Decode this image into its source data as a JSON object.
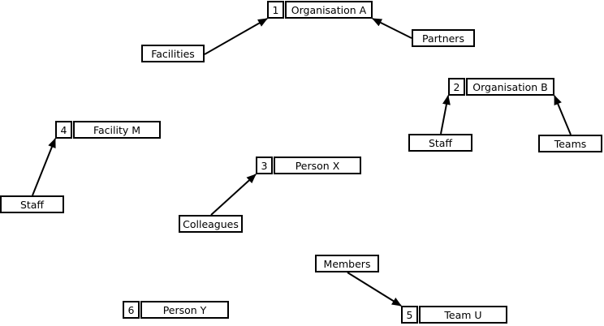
{
  "nodes": [
    {
      "id": "1",
      "label": "Organisation A"
    },
    {
      "id": "2",
      "label": "Organisation B"
    },
    {
      "id": "3",
      "label": "Person X"
    },
    {
      "id": "4",
      "label": "Facility M"
    },
    {
      "id": "5",
      "label": "Team U"
    },
    {
      "id": "6",
      "label": "Person Y"
    }
  ],
  "relations": {
    "facilities": "Facilities",
    "partners": "Partners",
    "staff_b": "Staff",
    "teams": "Teams",
    "staff_m": "Staff",
    "colleagues": "Colleagues",
    "members": "Members"
  },
  "edges": [
    {
      "from": "Facilities",
      "to": "Organisation A"
    },
    {
      "from": "Partners",
      "to": "Organisation A"
    },
    {
      "from": "Staff",
      "to": "Organisation B"
    },
    {
      "from": "Teams",
      "to": "Organisation B"
    },
    {
      "from": "Staff",
      "to": "Facility M"
    },
    {
      "from": "Colleagues",
      "to": "Person X"
    },
    {
      "from": "Members",
      "to": "Team U"
    }
  ],
  "colors": {
    "stroke": "#000000",
    "background": "#ffffff"
  }
}
